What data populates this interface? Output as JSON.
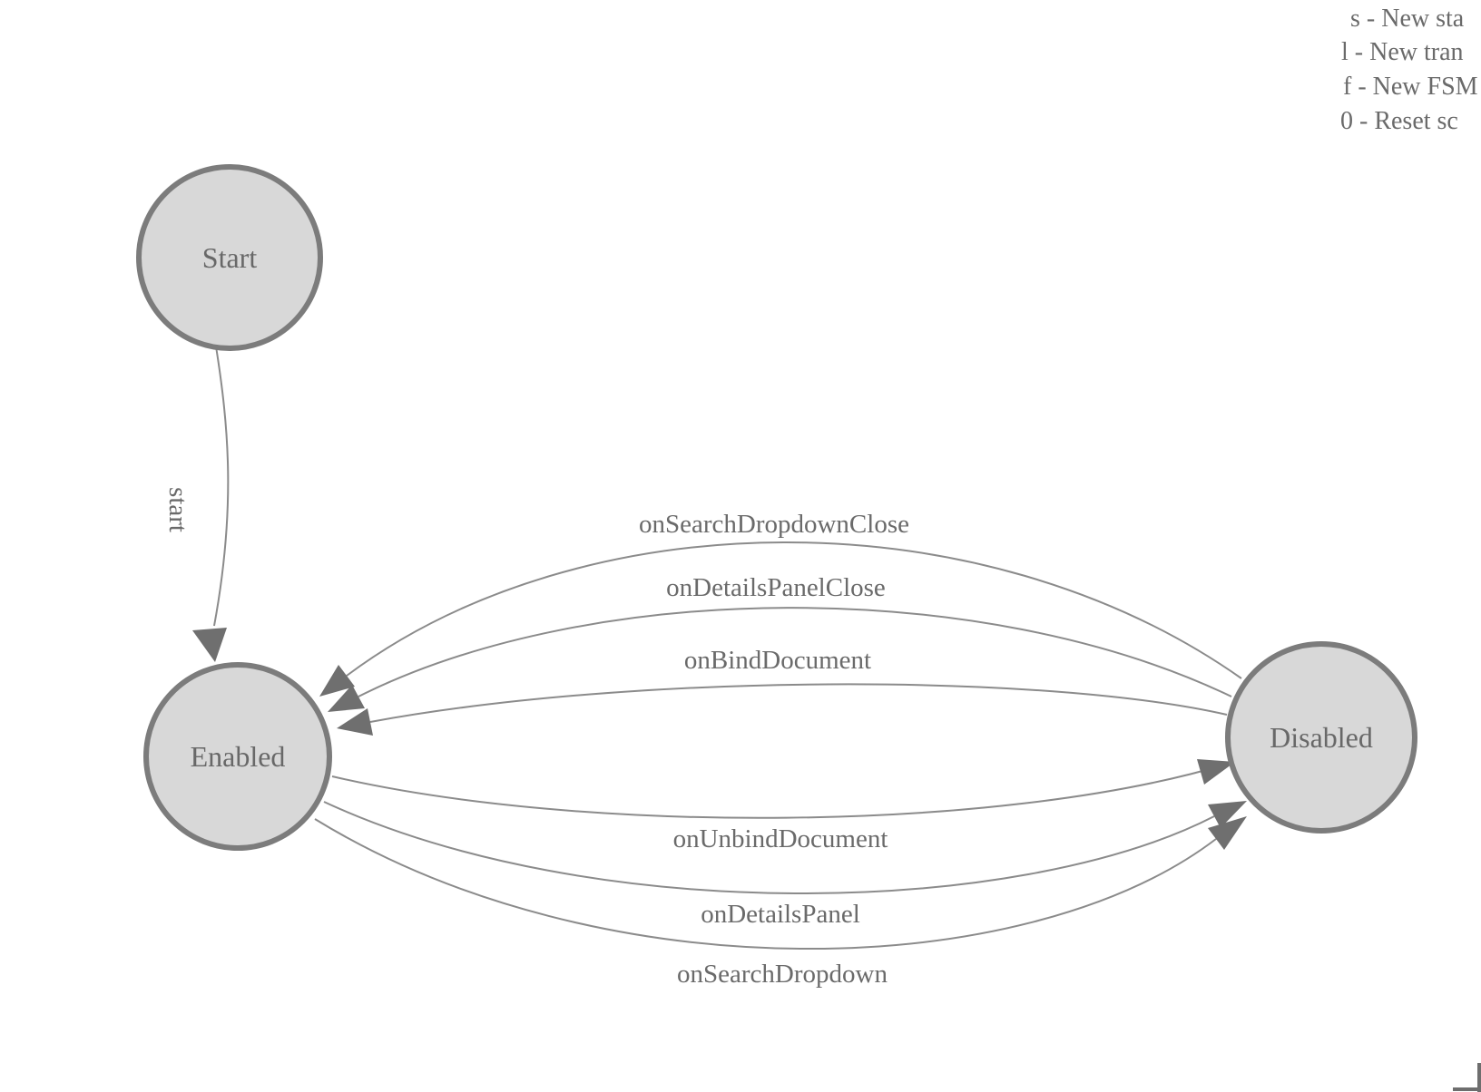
{
  "diagram": {
    "states": [
      {
        "id": "start",
        "label": "Start"
      },
      {
        "id": "enabled",
        "label": "Enabled"
      },
      {
        "id": "disabled",
        "label": "Disabled"
      }
    ],
    "transitions": [
      {
        "label": "start",
        "from": "Start",
        "to": "Enabled"
      },
      {
        "label": "onSearchDropdownClose",
        "from": "Disabled",
        "to": "Enabled"
      },
      {
        "label": "onDetailsPanelClose",
        "from": "Disabled",
        "to": "Enabled"
      },
      {
        "label": "onBindDocument",
        "from": "Disabled",
        "to": "Enabled"
      },
      {
        "label": "onUnbindDocument",
        "from": "Enabled",
        "to": "Disabled"
      },
      {
        "label": "onDetailsPanel",
        "from": "Enabled",
        "to": "Disabled"
      },
      {
        "label": "onSearchDropdown",
        "from": "Enabled",
        "to": "Disabled"
      }
    ],
    "colors": {
      "state_fill": "#d8d8d8",
      "state_stroke": "#7c7c7c",
      "edge_stroke": "#8b8b8b",
      "arrowhead": "#6f6f6f",
      "label_text": "#6a6a6a"
    }
  },
  "help": {
    "lines": [
      "s - New sta",
      "l - New tran",
      "f - New FSM",
      "0 - Reset sc"
    ]
  }
}
